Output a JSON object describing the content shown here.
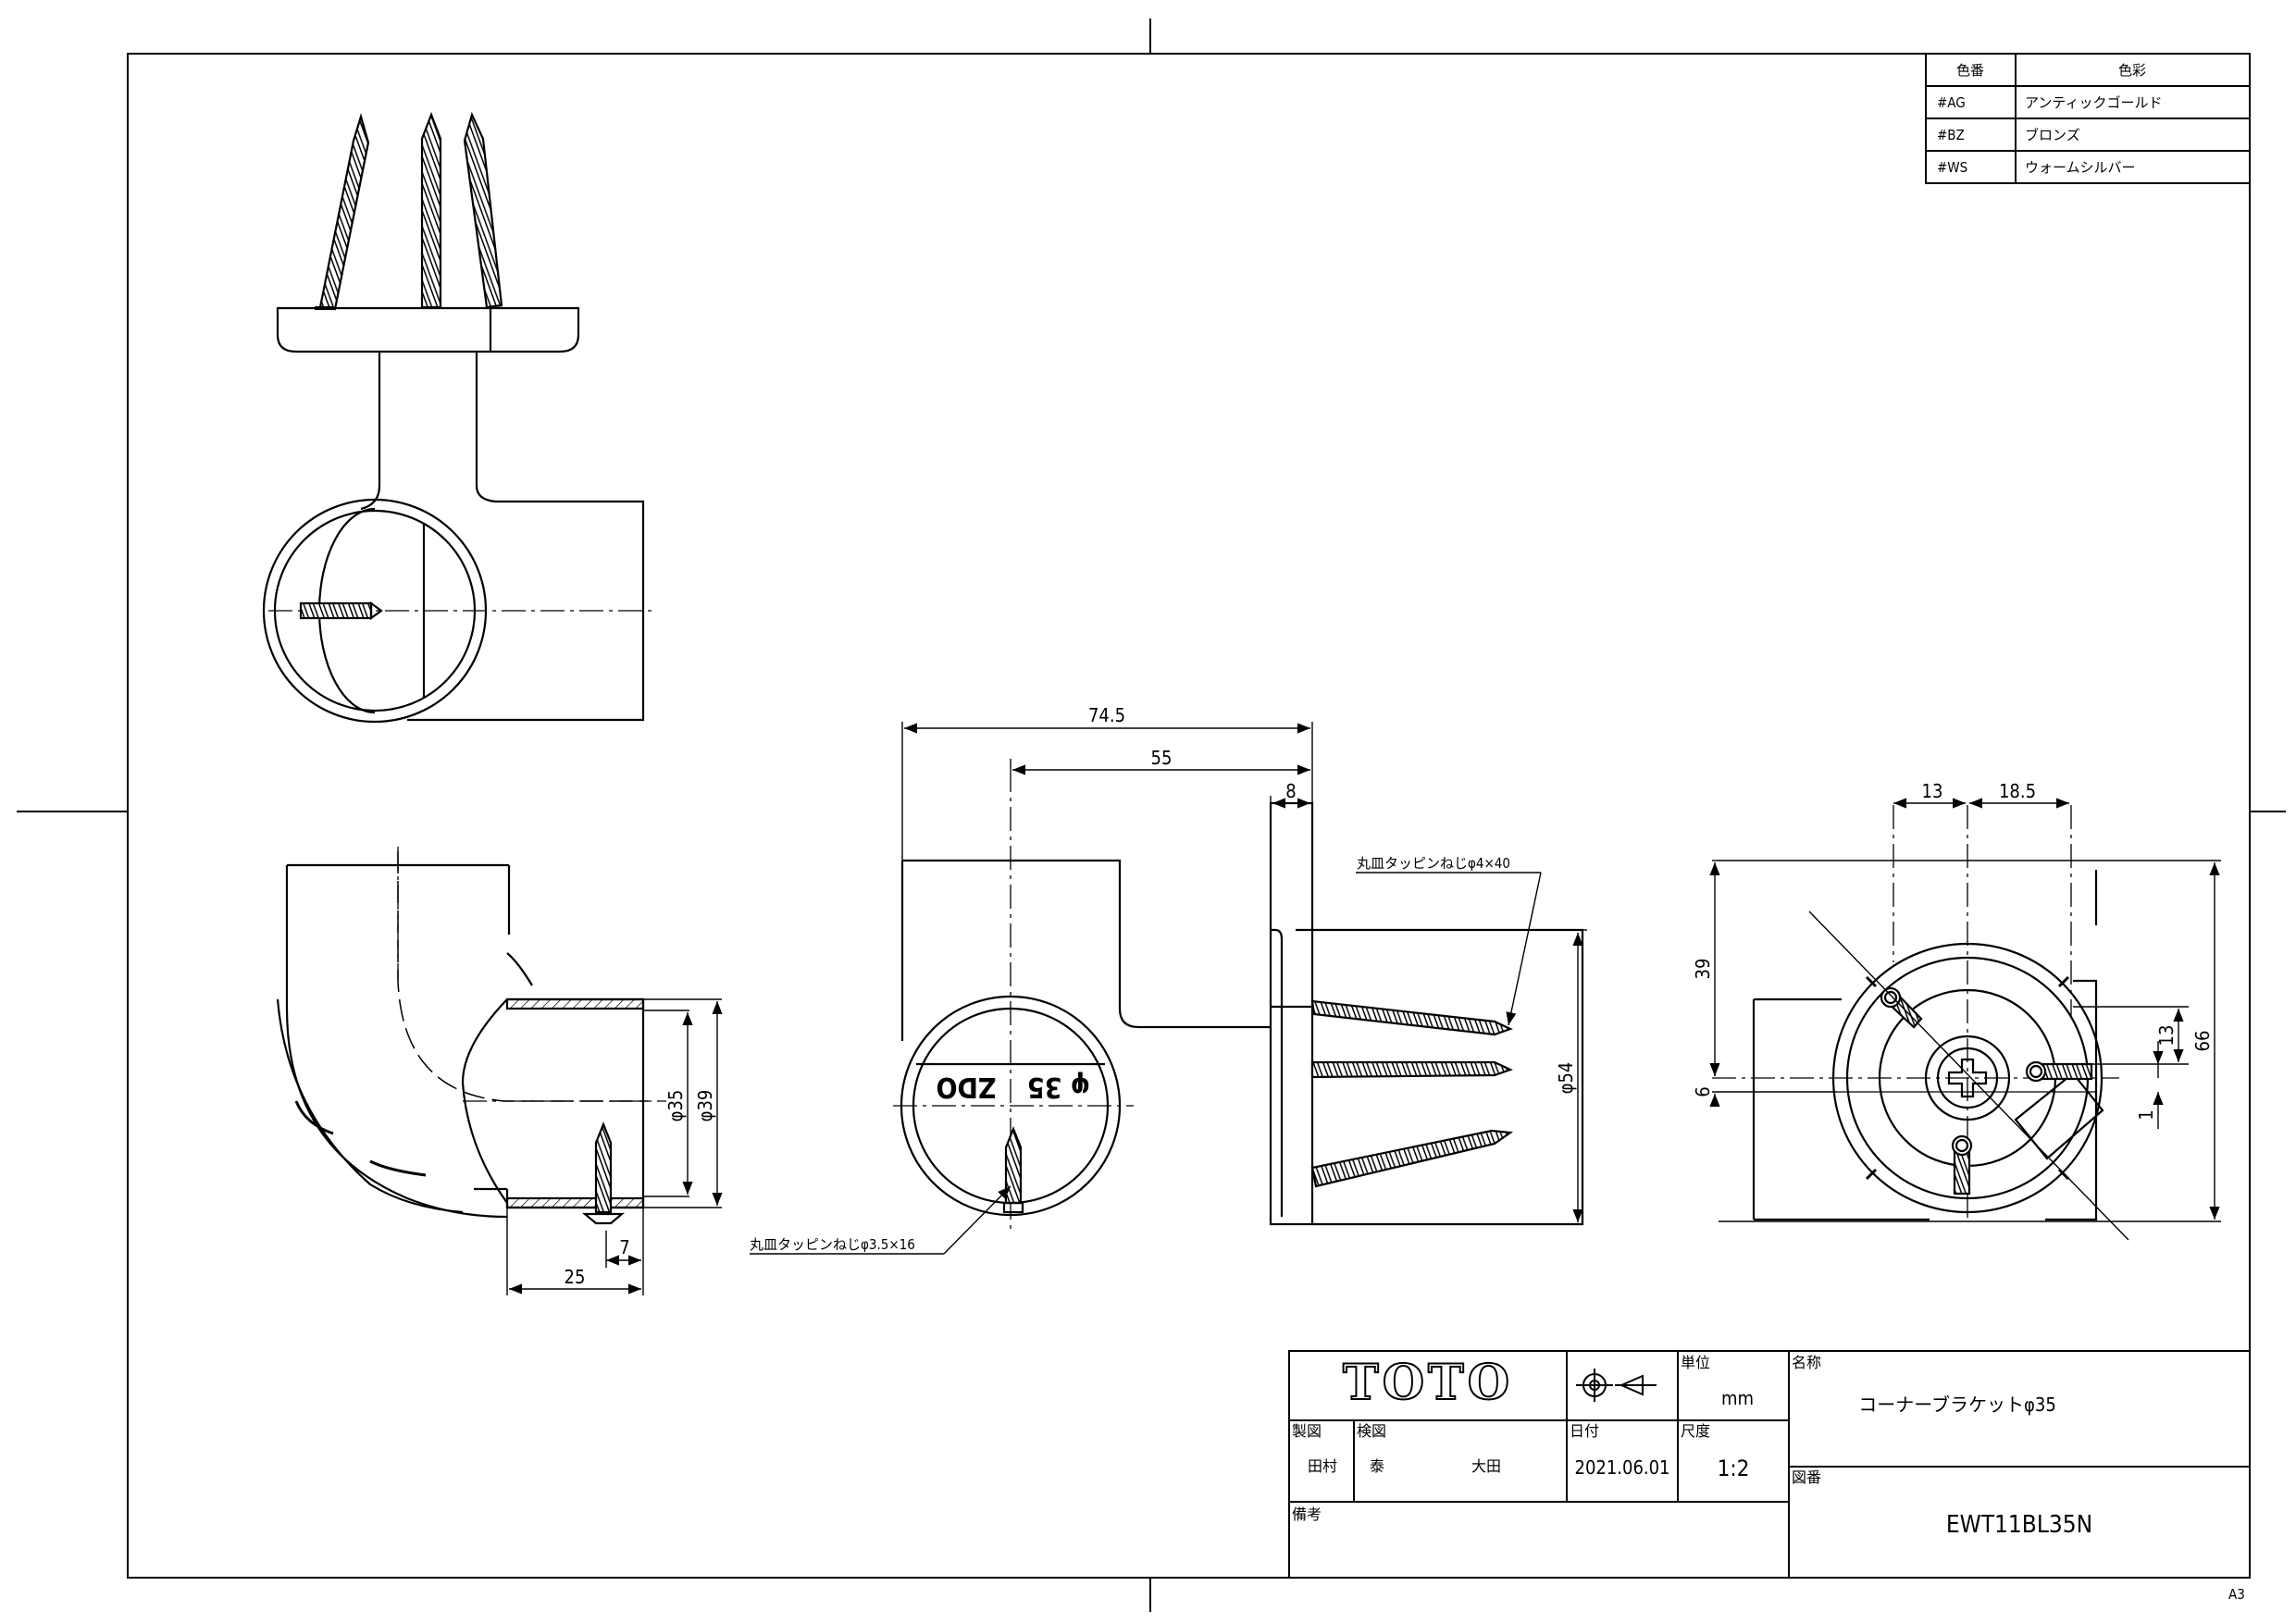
{
  "color_table": {
    "header_code": "色番",
    "header_name": "色彩",
    "rows": [
      {
        "code": "#AG",
        "name": "アンティックゴールド"
      },
      {
        "code": "#BZ",
        "name": "ブロンズ"
      },
      {
        "code": "#WS",
        "name": "ウォームシルバー"
      }
    ]
  },
  "dimensions": {
    "d_25": "25",
    "d_7": "7",
    "d_phi35": "φ35",
    "d_phi39": "φ39",
    "d_74_5": "74.5",
    "d_55": "55",
    "d_8": "8",
    "d_phi54": "φ54",
    "d_13_top": "13",
    "d_18_5": "18.5",
    "d_39": "39",
    "d_6": "6",
    "d_13_right": "13",
    "d_1": "1",
    "d_66": "66"
  },
  "callouts": {
    "screw_large": "丸皿タッピンねじφ4×40",
    "screw_small": "丸皿タッピンねじφ3.5×16"
  },
  "engraving": {
    "mark": "ZDO",
    "size": "φ 35"
  },
  "title_block": {
    "brand": "TOTO",
    "unit_label": "単位",
    "unit_value": "mm",
    "name_label": "名称",
    "name_value": "コーナーブラケットφ35",
    "drafter_label": "製図",
    "checker_label": "検図",
    "drafter": "田村",
    "checker_1": "泰",
    "checker_2": "大田",
    "date_label": "日付",
    "date_value": "2021.06.01",
    "scale_label": "尺度",
    "scale_value": "1:2",
    "drawing_no_label": "図番",
    "drawing_no": "EWT11BL35N",
    "remarks_label": "備考"
  },
  "sheet_size": "A3"
}
